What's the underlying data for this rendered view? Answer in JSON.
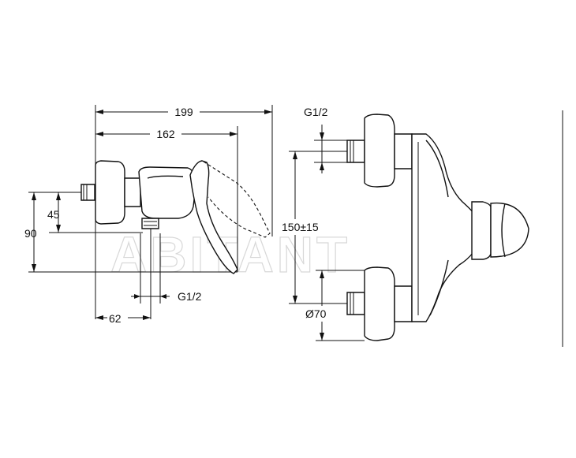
{
  "watermark": "ABITANT",
  "side_view": {
    "dim_overall_width": "199",
    "dim_body_width": "162",
    "dim_height_upper": "45",
    "dim_height_total": "90",
    "dim_outlet_offset": "62",
    "outlet_thread": "G1/2"
  },
  "front_view": {
    "inlet_thread": "G1/2",
    "inlet_spacing": "150±15",
    "flange_diameter": "Ø70"
  }
}
